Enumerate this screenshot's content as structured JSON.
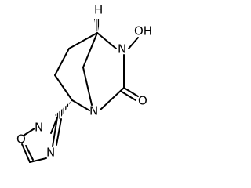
{
  "molecule": {
    "atoms": {
      "h_stereo": "H",
      "n_hydroxy": "N",
      "o_hydroxy": "OH",
      "n_bridge": "N",
      "o_carbonyl": "O",
      "n_ring_upper": "N",
      "o_ring": "O",
      "n_ring_lower": "N"
    }
  }
}
